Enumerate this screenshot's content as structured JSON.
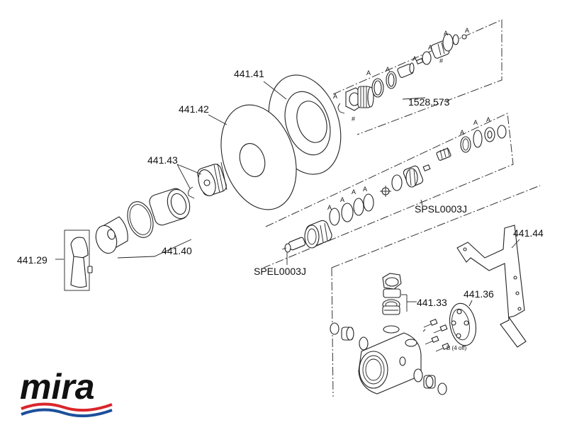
{
  "callouts": {
    "p441_41": "441.41",
    "p441_42": "441.42",
    "p441_43": "441.43",
    "p441_29": "441.29",
    "p441_40": "441.40",
    "p441_44": "441.44",
    "p441_33": "441.33",
    "p441_36": "441.36",
    "p1528_573": "1528.573",
    "spsl": "SPSL0003J",
    "spel": "SPEL0003J"
  },
  "markers": {
    "a": "A",
    "hash": "#",
    "b_note": "B (4 off)"
  },
  "logo": {
    "text": "mira",
    "wave_colors": [
      "#d9262c",
      "#1d4f9c"
    ]
  }
}
